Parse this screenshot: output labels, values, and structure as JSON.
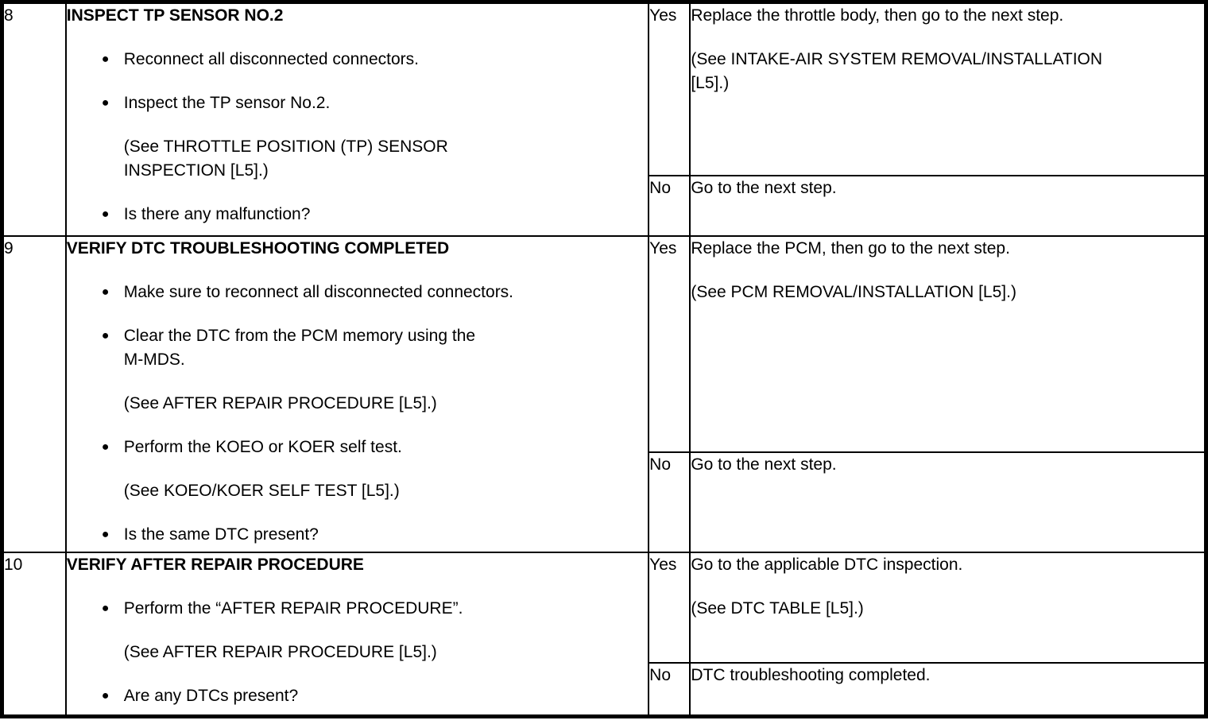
{
  "table": {
    "yes_label": "Yes",
    "no_label": "No",
    "bullet_glyph": "●",
    "rows": [
      {
        "step": "8",
        "title": "INSPECT TP SENSOR NO.2",
        "items": [
          {
            "text": "Reconnect all disconnected connectors."
          },
          {
            "text": "Inspect the TP sensor No.2.",
            "note": "(See THROTTLE POSITION (TP) SENSOR\nINSPECTION [L5].)"
          },
          {
            "text": "Is there any malfunction?"
          }
        ],
        "yes": {
          "text": "Replace the throttle body, then go to the next step.",
          "note": "(See INTAKE-AIR SYSTEM REMOVAL/INSTALLATION\n[L5].)"
        },
        "no": {
          "text": "Go to the next step."
        }
      },
      {
        "step": "9",
        "title": "VERIFY DTC TROUBLESHOOTING COMPLETED",
        "items": [
          {
            "text": "Make sure to reconnect all disconnected connectors."
          },
          {
            "text": "Clear the DTC from the PCM memory using the\nM-MDS.",
            "note": "(See AFTER REPAIR PROCEDURE [L5].)"
          },
          {
            "text": "Perform the KOEO or KOER self test.",
            "note": "(See KOEO/KOER SELF TEST [L5].)"
          },
          {
            "text": "Is the same DTC present?"
          }
        ],
        "yes": {
          "text": "Replace the PCM, then go to the next step.",
          "note": "(See PCM REMOVAL/INSTALLATION [L5].)"
        },
        "no": {
          "text": "Go to the next step."
        }
      },
      {
        "step": "10",
        "title": "VERIFY AFTER REPAIR PROCEDURE",
        "items": [
          {
            "text": "Perform the “AFTER REPAIR PROCEDURE”.",
            "note": "(See AFTER REPAIR PROCEDURE [L5].)"
          },
          {
            "text": "Are any DTCs present?"
          }
        ],
        "yes": {
          "text": "Go to the applicable DTC inspection.",
          "note": "(See DTC TABLE [L5].)"
        },
        "no": {
          "text": "DTC troubleshooting completed."
        }
      }
    ]
  }
}
